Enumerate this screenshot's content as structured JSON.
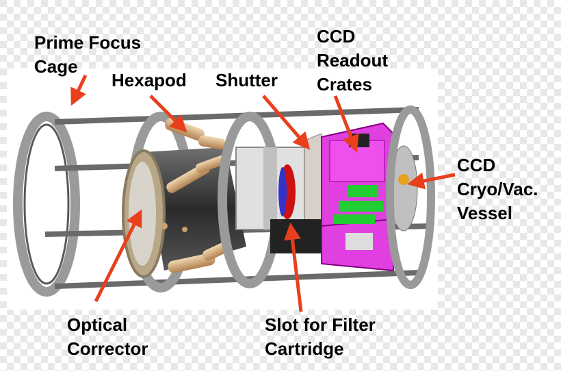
{
  "labels": {
    "prime_focus_cage": [
      "Prime Focus",
      "Cage"
    ],
    "hexapod": [
      "Hexapod"
    ],
    "shutter": [
      "Shutter"
    ],
    "ccd_readout_crates": [
      "CCD",
      "Readout",
      "Crates"
    ],
    "ccd_cryo_vessel": [
      "CCD",
      "Cryo/Vac.",
      "Vessel"
    ],
    "optical_corrector": [
      "Optical",
      "Corrector"
    ],
    "filter_slot": [
      "Slot for Filter",
      "Cartridge"
    ]
  },
  "colors": {
    "arrow": "#e8401c",
    "cage_gray": "#9a9a9a",
    "crate_magenta": "#e040e0",
    "board_green": "#22cc33",
    "filter_red": "#cc1111",
    "filter_blue": "#3333cc",
    "corrector_tan": "#b8a888",
    "strut_tan": "#c8a070"
  }
}
